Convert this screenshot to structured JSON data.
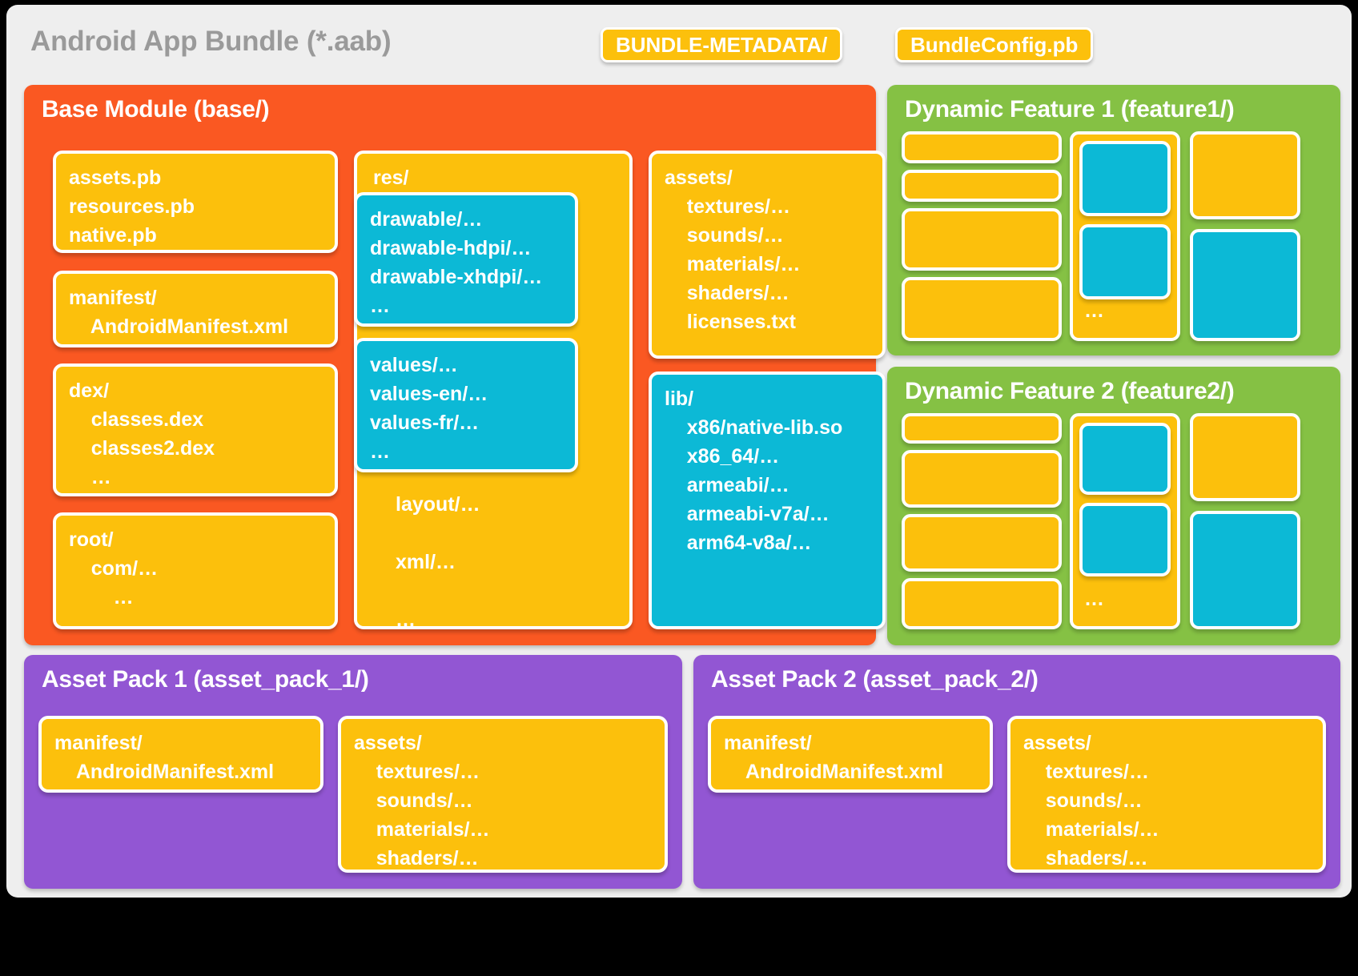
{
  "bundle": {
    "title": "Android App Bundle (*.aab)",
    "chips": [
      {
        "label": "BUNDLE-METADATA/"
      },
      {
        "label": "BundleConfig.pb"
      }
    ],
    "colors": {
      "base_module": "#fa5822",
      "dynamic_feature": "#85c144",
      "asset_pack": "#9256d3",
      "yellow_card": "#fcc00c",
      "cyan_card": "#0cb9d6",
      "page_background": "#eeeeee",
      "title_text": "#9a9a9a"
    }
  },
  "base_module": {
    "title": "Base Module (base/)",
    "cards": {
      "protos": "assets.pb\nresources.pb\nnative.pb",
      "manifest": "manifest/\n    AndroidManifest.xml",
      "dex": "dex/\n    classes.dex\n    classes2.dex\n    …",
      "root": "root/\n    com/…\n        …",
      "res_label": "res/",
      "res_drawable": "drawable/…\ndrawable-hdpi/…\ndrawable-xhdpi/…\n…",
      "res_values": "values/…\nvalues-en/…\nvalues-fr/…\n…",
      "res_tail": "layout/…\n\nxml/…\n\n…",
      "assets": "assets/\n    textures/…\n    sounds/…\n    materials/…\n    shaders/…\n    licenses.txt",
      "lib": "lib/\n    x86/native-lib.so\n    x86_64/…\n    armeabi/…\n    armeabi-v7a/…\n    arm64-v8a/…"
    }
  },
  "dynamic_features": [
    {
      "title": "Dynamic Feature 1 (feature1/)",
      "dots": "…"
    },
    {
      "title": "Dynamic Feature 2 (feature2/)",
      "dots": "…"
    }
  ],
  "asset_packs": [
    {
      "title": "Asset Pack 1 (asset_pack_1/)",
      "manifest": "manifest/\n    AndroidManifest.xml",
      "assets": "assets/\n    textures/…\n    sounds/…\n    materials/…\n    shaders/…"
    },
    {
      "title": "Asset Pack 2 (asset_pack_2/)",
      "manifest": "manifest/\n    AndroidManifest.xml",
      "assets": "assets/\n    textures/…\n    sounds/…\n    materials/…\n    shaders/…"
    }
  ]
}
